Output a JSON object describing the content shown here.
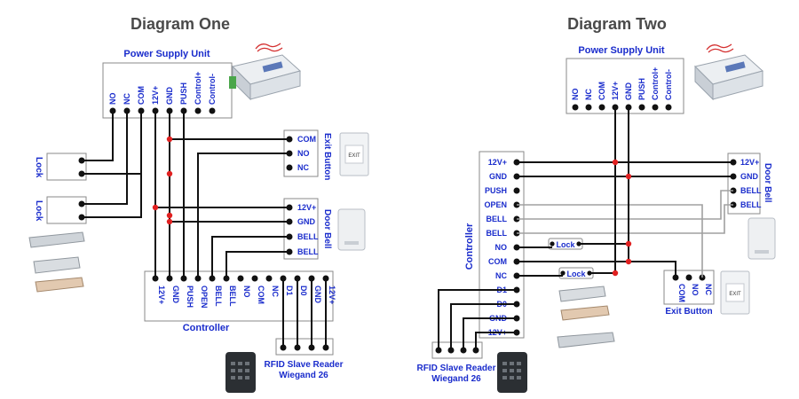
{
  "diagram_one": {
    "title": "Diagram One",
    "psu": {
      "label": "Power Supply Unit",
      "terminals": [
        "NO",
        "NC",
        "COM",
        "12V+",
        "GND",
        "PUSH",
        "Control+",
        "Control-"
      ]
    },
    "exit_button": {
      "label": "Exit Button",
      "terminals": [
        "COM",
        "NO",
        "NC"
      ]
    },
    "door_bell": {
      "label": "Door Bell",
      "terminals": [
        "12V+",
        "GND",
        "BELL",
        "BELL"
      ]
    },
    "lock_labels": [
      "Lock",
      "Lock"
    ],
    "controller": {
      "label": "Controller",
      "terminals": [
        "12V+",
        "GND",
        "PUSH",
        "OPEN",
        "BELL",
        "BELL",
        "NO",
        "COM",
        "NC",
        "D1",
        "D0",
        "GND",
        "12V+"
      ]
    },
    "reader": {
      "line1": "RFID Slave Reader",
      "line2": "Wiegand 26"
    }
  },
  "diagram_two": {
    "title": "Diagram Two",
    "psu": {
      "label": "Power Supply Unit",
      "terminals": [
        "NO",
        "NC",
        "COM",
        "12V+",
        "GND",
        "PUSH",
        "Control+",
        "Control-"
      ]
    },
    "controller": {
      "label": "Controller",
      "terminals": [
        "12V+",
        "GND",
        "PUSH",
        "OPEN",
        "BELL",
        "BELL",
        "NO",
        "COM",
        "NC",
        "D1",
        "D0",
        "GND",
        "12V+"
      ]
    },
    "door_bell": {
      "label": "Door Bell",
      "terminals": [
        "12V+",
        "GND",
        "BELL",
        "BELL"
      ]
    },
    "lock_labels": [
      "Lock",
      "Lock"
    ],
    "exit_button": {
      "label": "Exit Button",
      "terminals": [
        "COM",
        "NO",
        "NC"
      ]
    },
    "reader": {
      "line1": "RFID Slave Reader",
      "line2": "Wiegand 26"
    }
  },
  "colors": {
    "label_blue": "#1a2ccc",
    "title_grey": "#4a4a4a",
    "wire": "#111111",
    "junction": "#e02020"
  }
}
